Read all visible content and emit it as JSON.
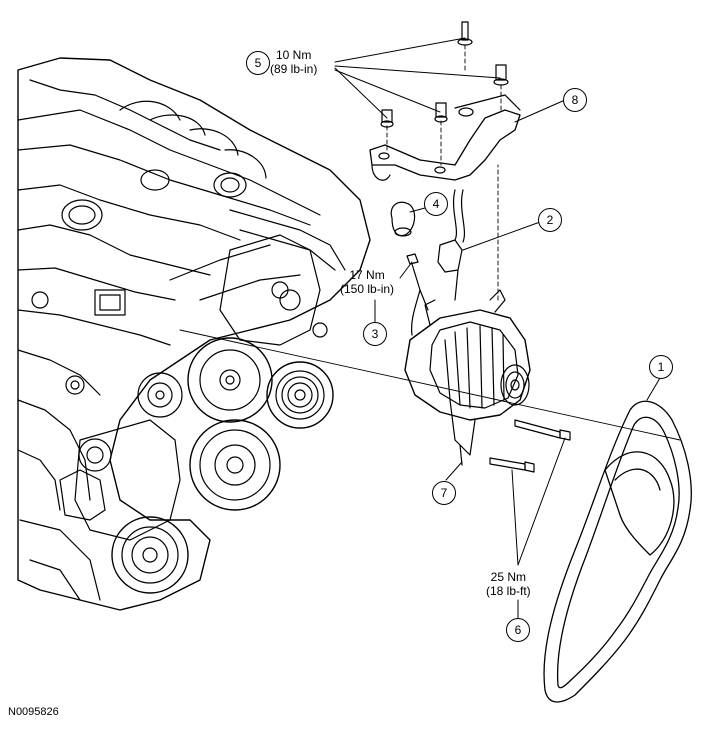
{
  "figure_id": "N0095826",
  "callouts": [
    "1",
    "2",
    "3",
    "4",
    "5",
    "6",
    "7",
    "8"
  ],
  "torques": {
    "t5": {
      "line1": "10 Nm",
      "line2": "(89 lb-in)"
    },
    "t3": {
      "line1": "17 Nm",
      "line2": "(150 lb-in)"
    },
    "t6": {
      "line1": "25 Nm",
      "line2": "(18 lb-ft)"
    }
  }
}
